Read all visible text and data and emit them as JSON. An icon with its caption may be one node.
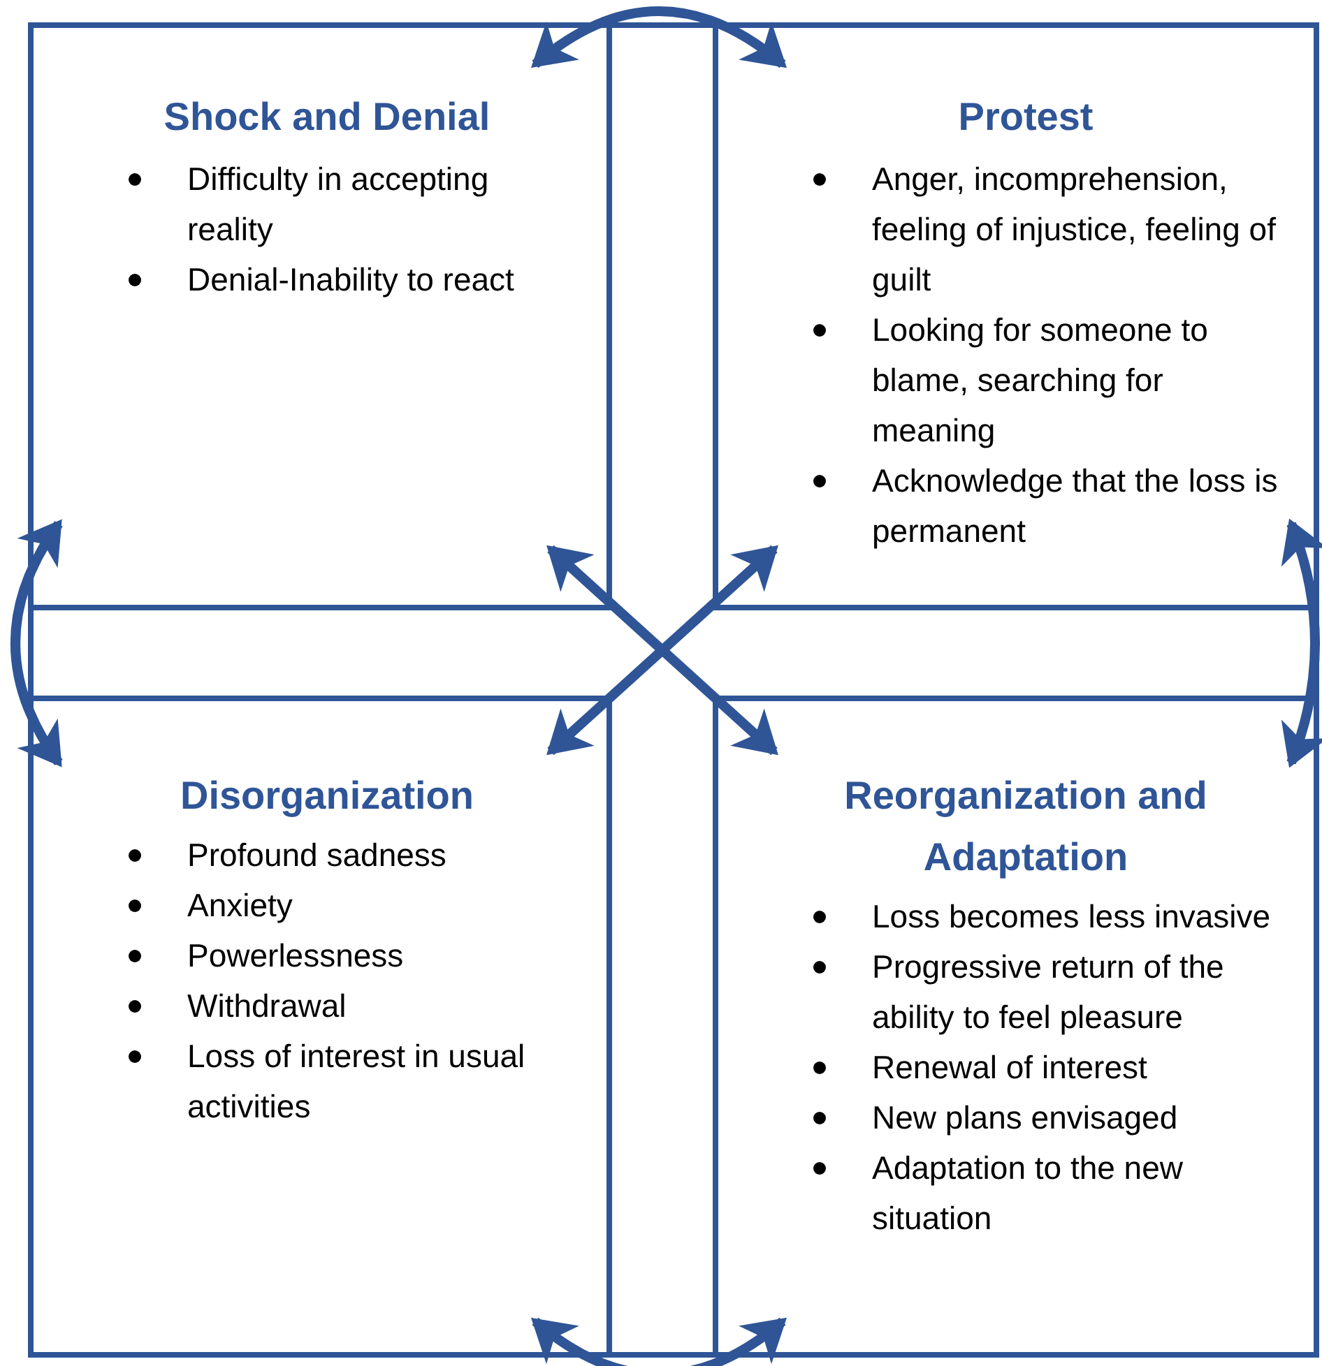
{
  "diagram": {
    "nodes": [
      {
        "text": [
          "Shock and Denial",
          "Difficulty in accepting reality",
          "Denial-Inability to react"
        ]
      },
      {
        "text": [
          "Protest",
          "Anger, incomprehension, feeling of injustice, feeling of guilt",
          "Looking for someone to blame, searching for meaning",
          "Acknowledge that the loss is permanent"
        ]
      },
      {
        "text": [
          "Disorganization",
          "Profound sadness",
          "Anxiety",
          "Powerlessness",
          "Withdrawal",
          "Loss of interest in usual activities"
        ]
      },
      {
        "text": [
          "Reorganization and Adaptation",
          "Loss becomes less invasive",
          "Progressive return of the ability to feel pleasure",
          "Renewal of interest",
          "New plans envisaged",
          "Adaptation to the new situation"
        ]
      }
    ],
    "edges": [
      {
        "from": 0,
        "to": 1,
        "arrow": "both"
      },
      {
        "from": 0,
        "to": 2,
        "arrow": "both"
      },
      {
        "from": 1,
        "to": 3,
        "arrow": "both"
      },
      {
        "from": 2,
        "to": 3,
        "arrow": "both"
      },
      {
        "from": 0,
        "to": 3,
        "arrow": "both"
      },
      {
        "from": 1,
        "to": 2,
        "arrow": "both"
      }
    ]
  }
}
